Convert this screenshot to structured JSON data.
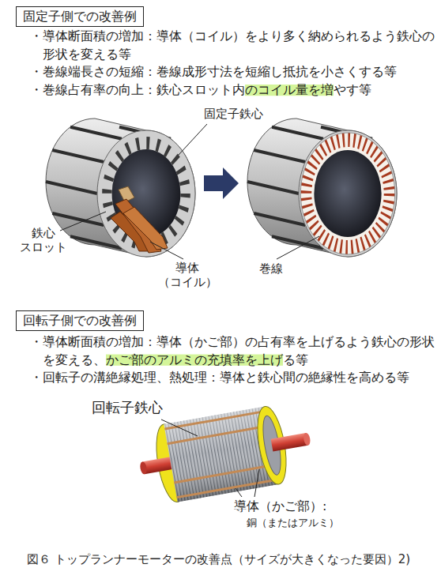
{
  "diagram": {
    "caption": "図６ トップランナーモーターの改善点（サイズが大きくなった要因）2)",
    "nodes": [
      {
        "text": [
          "固定子側での改善例"
        ]
      },
      {
        "text": [
          "回転子側での改善例"
        ]
      }
    ],
    "labels": [
      "・導体断面積の増加：導体（コイル）をより多く納められるよう鉄心の形状を変える等",
      "・巻線端長さの短縮：巻線成形寸法を短縮し抵抗を小さくする等",
      "・巻線占有率の向上：鉄心スロット内のコイル量を増やす等",
      "固定子鉄心",
      "鉄心 スロット",
      "導体 （コイル）",
      "巻線",
      "・導体断面積の増加：導体（かご部）の占有率を上げるよう鉄心の形状を変える、かご部のアルミの充填率を上げる等",
      "・回転子の溝絶縁処理、熱処理：導体と鉄心間の絶縁性を高める等",
      "回転子鉄心",
      "導体（かご部）:",
      "銅（またはアルミ）"
    ]
  }
}
